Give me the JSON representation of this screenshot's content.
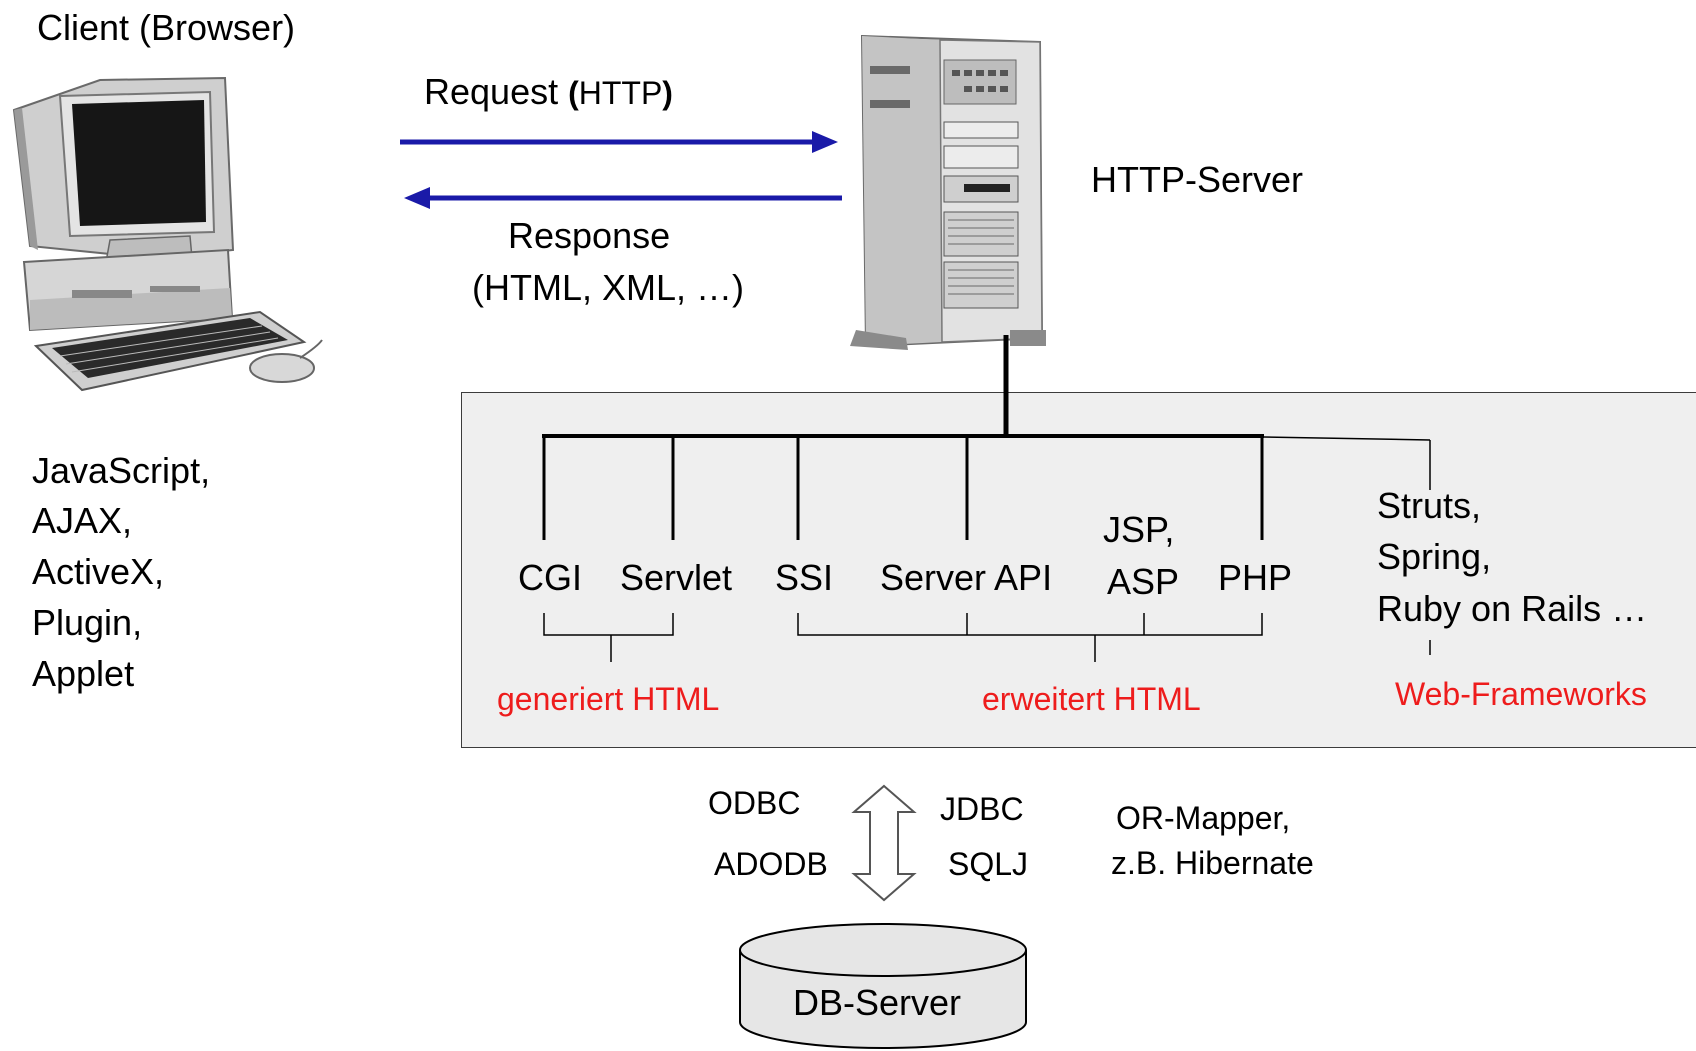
{
  "client": {
    "title": "Client (Browser)",
    "technologies": [
      "JavaScript,",
      "AJAX,",
      "ActiveX,",
      "Plugin,",
      "Applet"
    ]
  },
  "request": {
    "word": "Request ",
    "open": "(",
    "protocol": "HTTP",
    "close": ")"
  },
  "response": {
    "line1": "Response",
    "line2": "(HTML, XML, …)"
  },
  "server": {
    "label": "HTTP-Server"
  },
  "techs": {
    "cgi": "CGI",
    "servlet": "Servlet",
    "ssi": "SSI",
    "server_api": "Server API",
    "jsp": "JSP,",
    "asp": "ASP",
    "php": "PHP",
    "frameworks": [
      "Struts,",
      "Spring,",
      "Ruby on Rails …"
    ]
  },
  "groups": {
    "generated": "generiert HTML",
    "extended": "erweitert HTML",
    "frameworks": "Web-Frameworks"
  },
  "db_access": {
    "left": [
      "ODBC",
      "ADODB"
    ],
    "right": [
      "JDBC",
      "SQLJ"
    ],
    "orm": [
      "OR-Mapper,",
      "z.B. Hibernate"
    ]
  },
  "db": {
    "label": "DB-Server"
  },
  "colors": {
    "arrow": "#1a1aa8",
    "group_label": "#ee1c1c",
    "panel": "#efefef"
  }
}
